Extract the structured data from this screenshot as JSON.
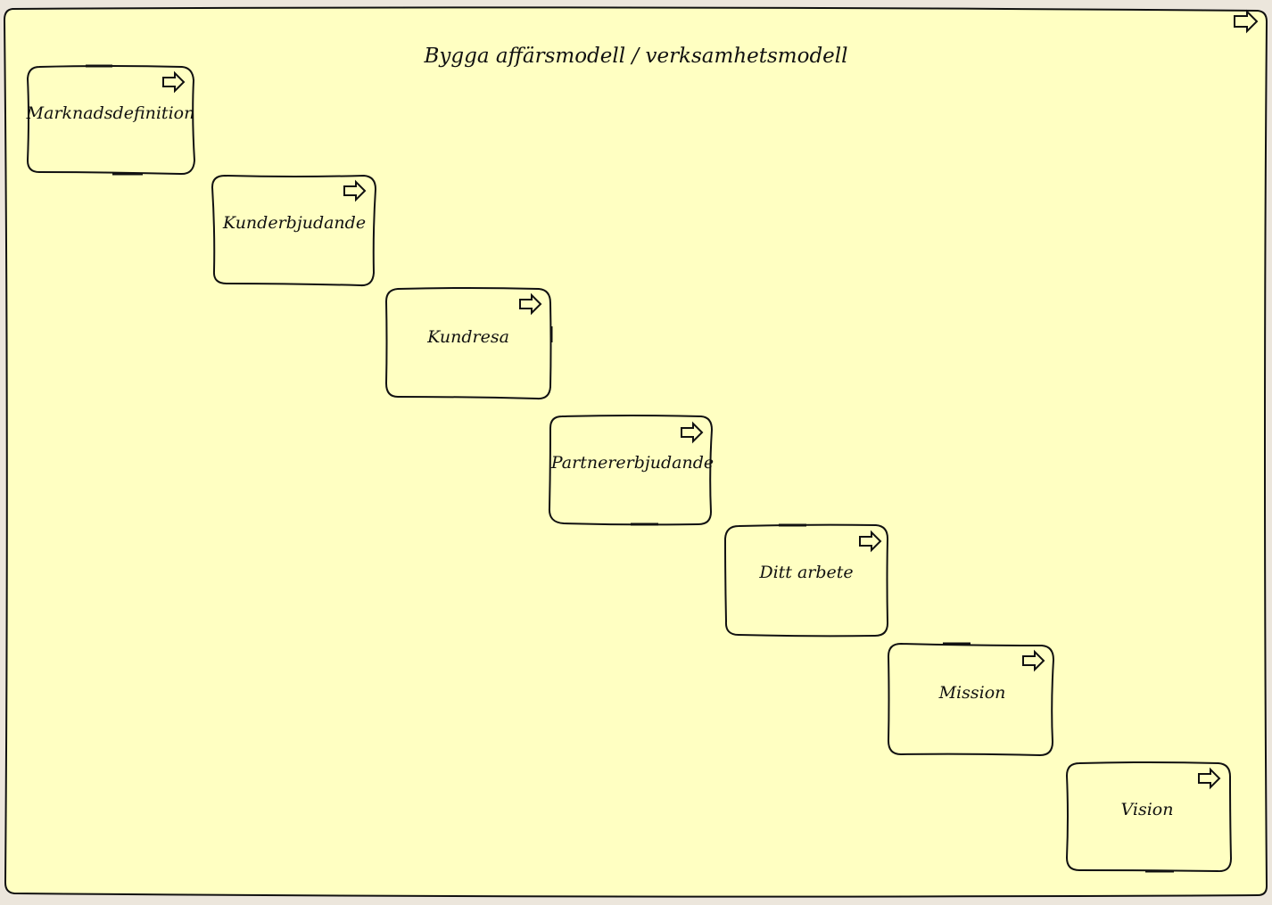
{
  "colors": {
    "fill": "#ffffc2",
    "stroke": "#111111",
    "background": "#ece6dc"
  },
  "diagram": {
    "title": "Bygga affärsmodell / verksamhetsmodell",
    "container_icon": "process-arrow-icon",
    "steps": [
      {
        "label": "Marknadsdefinition",
        "icon": "process-arrow-icon"
      },
      {
        "label": "Kunderbjudande",
        "icon": "process-arrow-icon"
      },
      {
        "label": "Kundresa",
        "icon": "process-arrow-icon"
      },
      {
        "label": "Partnererbjudande",
        "icon": "process-arrow-icon"
      },
      {
        "label": "Ditt arbete",
        "icon": "process-arrow-icon"
      },
      {
        "label": "Mission",
        "icon": "process-arrow-icon"
      },
      {
        "label": "Vision",
        "icon": "process-arrow-icon"
      }
    ]
  }
}
